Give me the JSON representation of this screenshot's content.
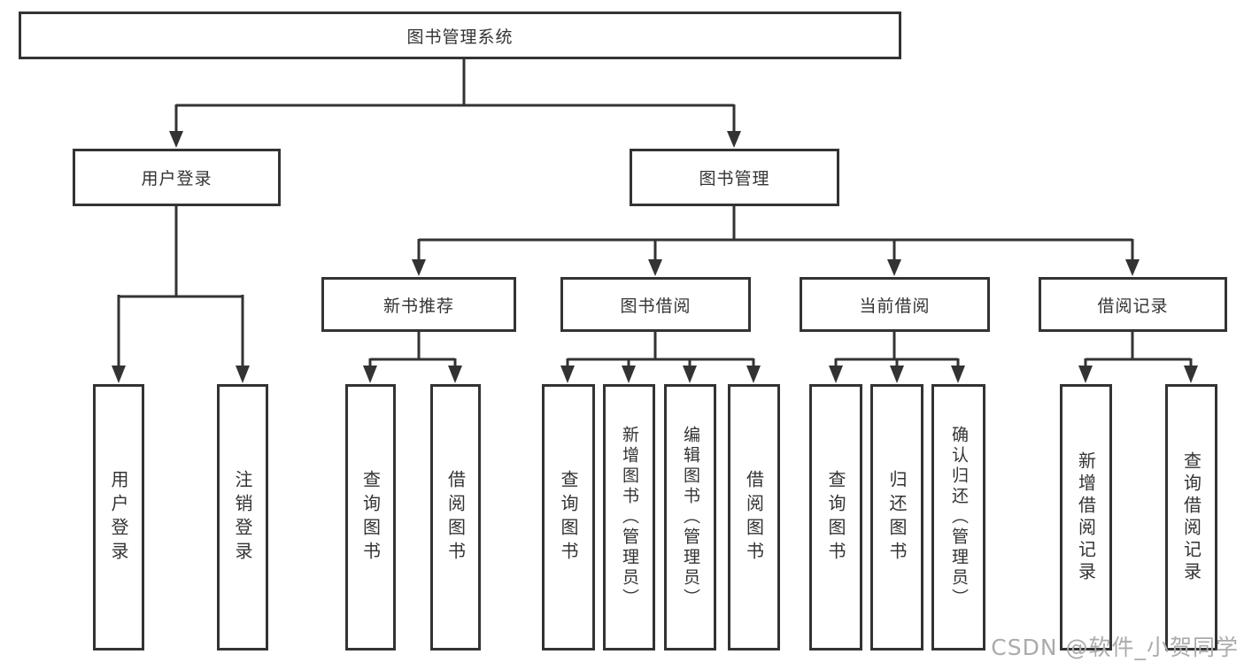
{
  "tree": {
    "root": {
      "label": "图书管理系统"
    },
    "branches": [
      {
        "label": "用户登录",
        "children": [
          {
            "label": "用户登录"
          },
          {
            "label": "注销登录"
          }
        ]
      },
      {
        "label": "图书管理",
        "children": [
          {
            "label": "新书推荐",
            "children": [
              {
                "label": "查询图书"
              },
              {
                "label": "借阅图书"
              }
            ]
          },
          {
            "label": "图书借阅",
            "children": [
              {
                "label": "查询图书"
              },
              {
                "label": "新增图书（管理员）"
              },
              {
                "label": "编辑图书（管理员）"
              },
              {
                "label": "借阅图书"
              }
            ]
          },
          {
            "label": "当前借阅",
            "children": [
              {
                "label": "查询图书"
              },
              {
                "label": "归还图书"
              },
              {
                "label": "确认归还（管理员）"
              }
            ]
          },
          {
            "label": "借阅记录",
            "children": [
              {
                "label": "新增借阅记录"
              },
              {
                "label": "查询借阅记录"
              }
            ]
          }
        ]
      }
    ]
  },
  "watermark": {
    "text": "CSDN @软件_小贺同学"
  },
  "colors": {
    "line": "#333333",
    "background": "#ffffff",
    "watermark": "#ababab"
  }
}
